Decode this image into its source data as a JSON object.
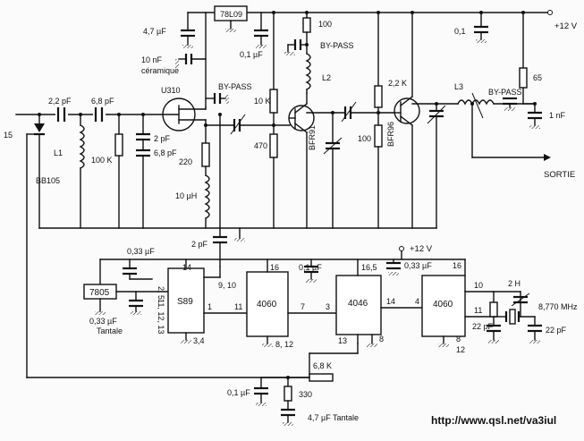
{
  "labels": {
    "u78l09": "78L09",
    "c47uf_top": "4,7 µF",
    "c01uf_a": "0,1 µF",
    "r100_top": "100",
    "bypass_a": "BY-PASS",
    "c10nf": "10 nF",
    "ceramique": "céramique",
    "bypass_b": "BY-PASS",
    "u310": "U310",
    "l2": "L2",
    "r10k": "10 K",
    "bfr91": "BFR91",
    "r22k": "2,2 K",
    "bfr96": "BFR96",
    "c22pf": "2,2 pF",
    "c68pf_a": "6,8 pF",
    "l1": "L1",
    "r100k": "100 K",
    "c2pf_a": "2 pF",
    "c68pf_b": "6,8 pF",
    "r220": "220",
    "r470": "470",
    "r100_mid": "100",
    "bb105": "BB105",
    "l10uh": "10 µH",
    "c01uf_r": "0,1",
    "l3": "L3",
    "bypass_c": "BY-PASS",
    "r65": "65",
    "c1nf": "1 nF",
    "vplus_top": "+12 V",
    "sortie": "SORTIE",
    "num15": "15",
    "c2pf_b": "2 pF",
    "vplus_mid": "+12 V",
    "c033_a": "0,33 µF",
    "pin_25": "2, 5",
    "pin_14": "14",
    "u7805": "7805",
    "pin_111213": "11, 12, 13",
    "c033_tant": "0,33 µF",
    "tantale_a": "Tantale",
    "s89": "S89",
    "pin_910": "9, 10",
    "pin_1": "1",
    "pin_34": "3,4",
    "pin_16a": "16",
    "c01uf_b": "0,1 µF",
    "pin_165": "16,5",
    "c033_b": "0,33 µF",
    "pin_16b": "16",
    "pin_11a": "11",
    "u4060a": "4060",
    "pin_7": "7",
    "pin_812a": "8, 12",
    "pin_3": "3",
    "u4046": "4046",
    "pin_14b": "14",
    "pin_13": "13",
    "pin_8": "8",
    "pin_4": "4",
    "u4060b": "4060",
    "pin_10": "10",
    "pin_11b": "11",
    "pin_8b": "8",
    "pin_12": "12",
    "c2h": "2 H",
    "c22pf_a": "22 pF",
    "c22pf_b": "22 pF",
    "xtal": "8,770 MHz",
    "r68k": "6,8 K",
    "c01uf_c": "0,1 µF",
    "r330": "330",
    "c47uf_tant": "4,7 µF Tantale",
    "url": "http://www.qsl.net/va3iul"
  }
}
